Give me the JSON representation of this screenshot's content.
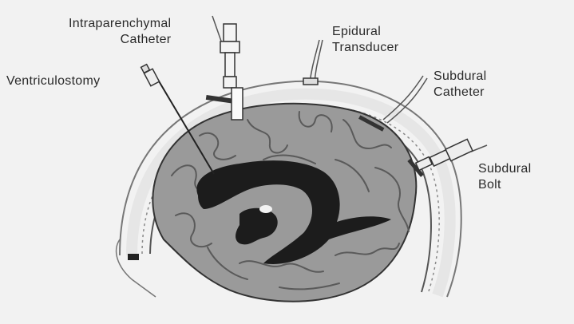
{
  "labels": {
    "intraparenchymal": [
      "Intraparenchymal",
      "Catheter"
    ],
    "epidural": [
      "Epidural",
      "Transducer"
    ],
    "ventriculostomy": [
      "Ventriculostomy"
    ],
    "subdural_catheter": [
      "Subdural",
      "Catheter"
    ],
    "subdural_bolt": [
      "Subdural",
      "Bolt"
    ]
  },
  "colors": {
    "background": "#f2f2f2",
    "brain": "#9a9a9a",
    "sulci": "#5a5a5a",
    "ventricle": "#1c1c1c",
    "skull": "#e6e6e6",
    "line": "#2a2a2a"
  }
}
